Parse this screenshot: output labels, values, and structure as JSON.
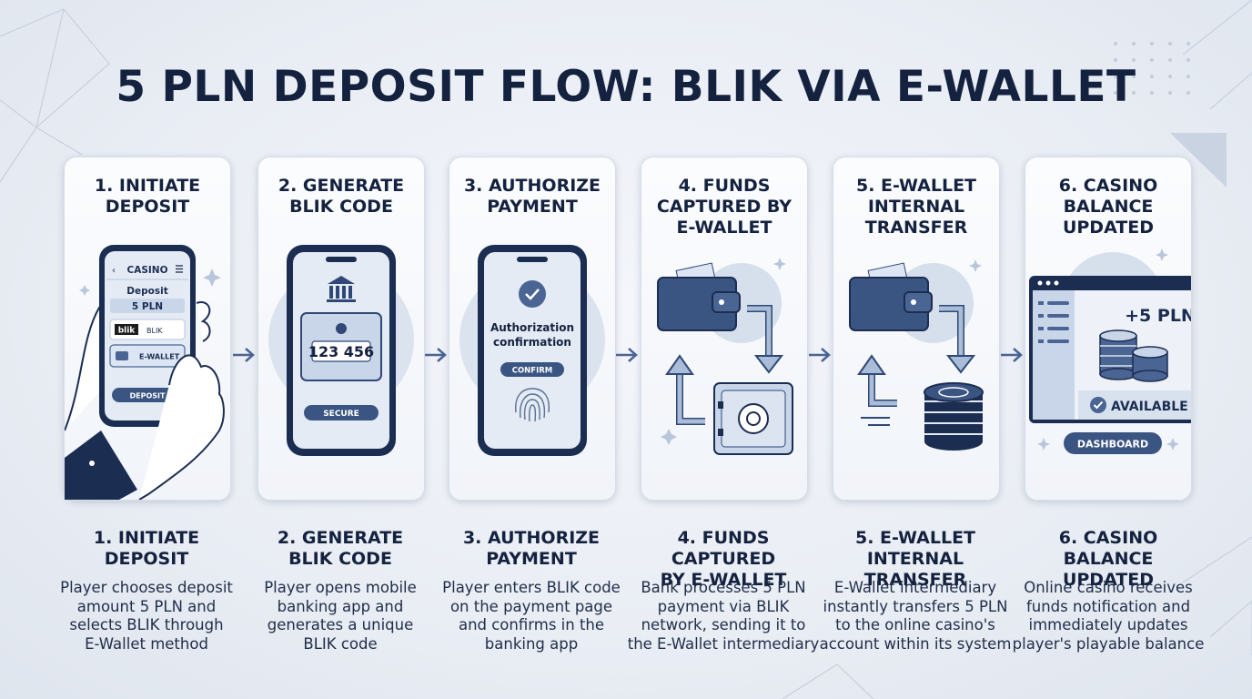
{
  "title": "5 PLN DEPOSIT FLOW: BLIK VIA E-WALLET",
  "steps": [
    {
      "card_title_lines": [
        "1. INITIATE",
        "DEPOSIT"
      ],
      "title_lines": [
        "1. INITIATE DEPOSIT"
      ],
      "desc_lines": [
        "Player chooses deposit",
        "amount 5 PLN and",
        "selects BLIK through",
        "E-Wallet method"
      ],
      "screen": {
        "header": "CASINO",
        "label": "Deposit",
        "amount": "5 PLN",
        "blik_logo": "blik",
        "blik_label": "BLIK",
        "ewallet_label": "E-WALLET",
        "button": "DEPOSIT"
      }
    },
    {
      "card_title_lines": [
        "2. GENERATE",
        "BLIK CODE"
      ],
      "title_lines": [
        "2. GENERATE",
        "BLIK CODE"
      ],
      "desc_lines": [
        "Player opens mobile",
        "banking app and",
        "generates a unique",
        "BLIK code"
      ],
      "screen": {
        "code": "123 456",
        "button": "SECURE"
      }
    },
    {
      "card_title_lines": [
        "3. AUTHORIZE",
        "PAYMENT"
      ],
      "title_lines": [
        "3. AUTHORIZE",
        "PAYMENT"
      ],
      "desc_lines": [
        "Player enters BLIK code",
        "on the payment page",
        "and confirms in the",
        "banking app"
      ],
      "screen": {
        "text_lines": [
          "Authorization",
          "confirmation"
        ],
        "button": "CONFIRM"
      }
    },
    {
      "card_title_lines": [
        "4. FUNDS",
        "CAPTURED BY",
        "E-WALLET"
      ],
      "title_lines": [
        "4. FUNDS CAPTURED",
        "BY E-WALLET"
      ],
      "desc_lines": [
        "Bank processes 5 PLN",
        "payment via BLIK",
        "network, sending it to",
        "the E-Wallet intermediary"
      ]
    },
    {
      "card_title_lines": [
        "5. E-WALLET",
        "INTERNAL",
        "TRANSFER"
      ],
      "title_lines": [
        "5. E-WALLET",
        "INTERNAL TRANSFER"
      ],
      "desc_lines": [
        "E-Wallet intermediary",
        "instantly transfers 5 PLN",
        "to the online casino's",
        "account within its system"
      ]
    },
    {
      "card_title_lines": [
        "6. CASINO",
        "BALANCE",
        "UPDATED"
      ],
      "title_lines": [
        "6. CASINO BALANCE",
        "UPDATED"
      ],
      "desc_lines": [
        "Online casino receives",
        "funds notification and",
        "immediately updates",
        "player's playable balance"
      ],
      "screen": {
        "amount": "+5 PLN",
        "status": "AVAILABLE",
        "button": "DASHBOARD"
      }
    }
  ],
  "colors": {
    "navy": "#1c2d52",
    "steel": "#4a6593",
    "light_blue": "#c9d6ea",
    "text": "#14223f"
  }
}
